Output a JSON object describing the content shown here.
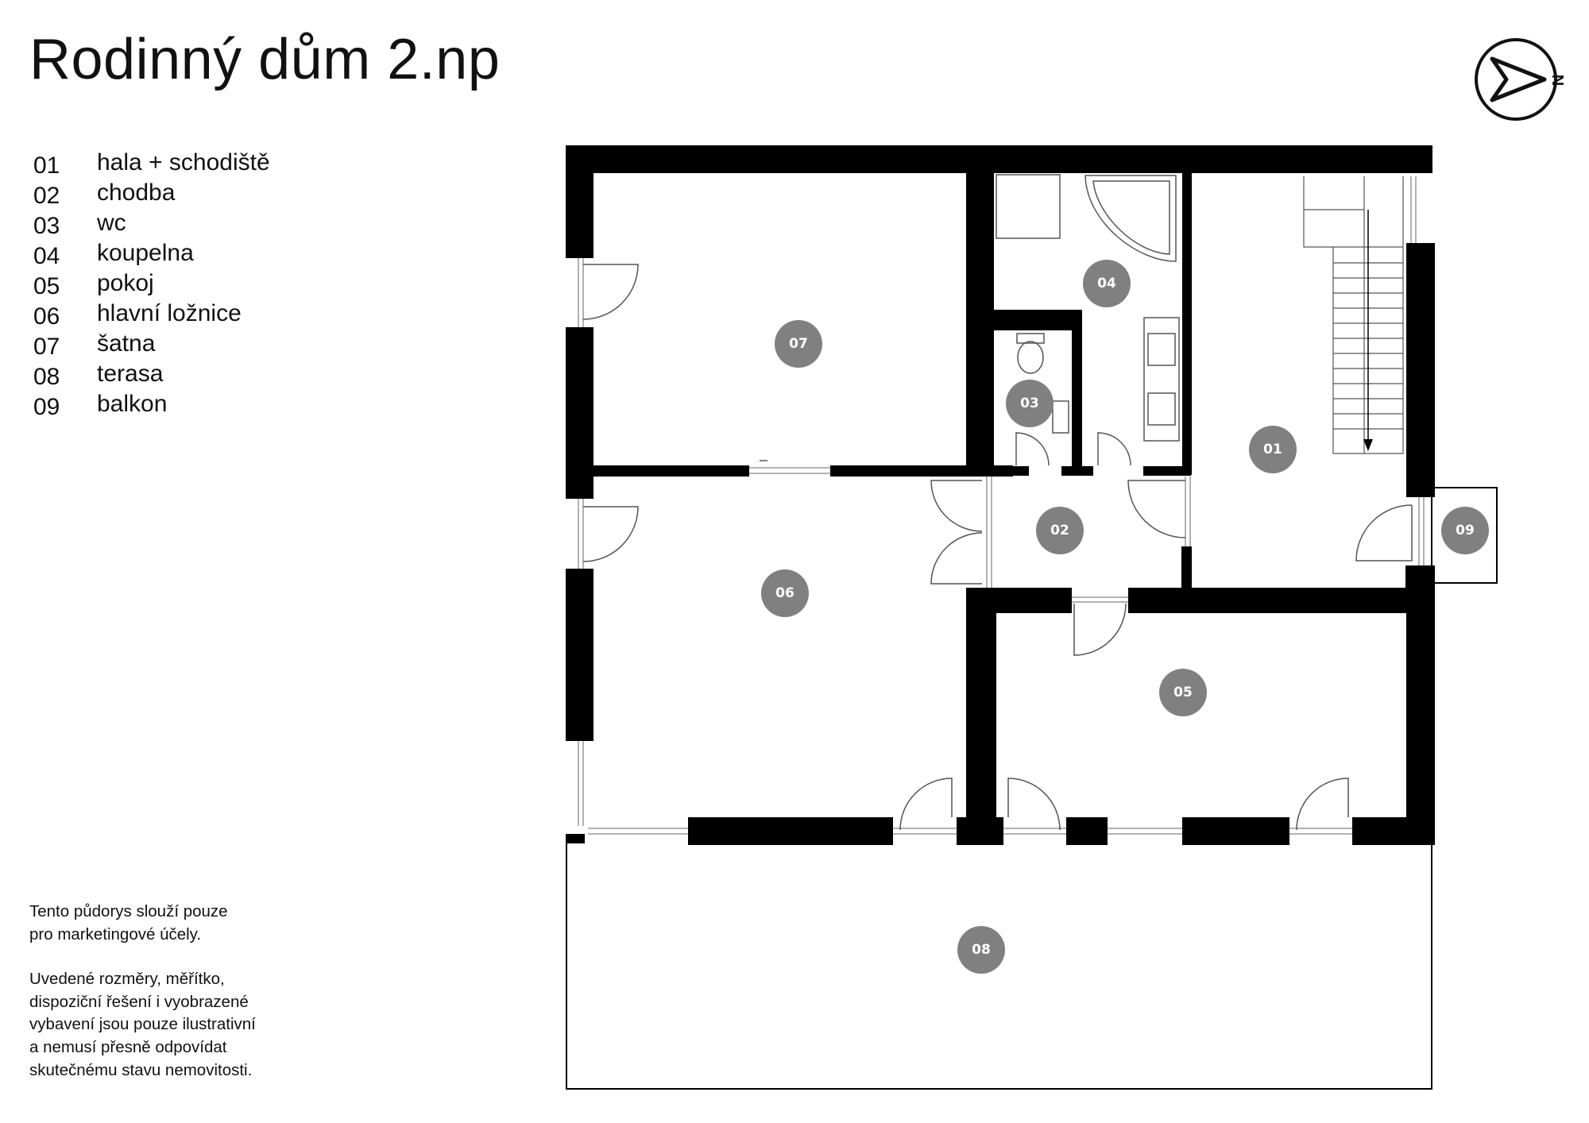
{
  "title": "Rodinný dům 2.np",
  "compass": {
    "label": "N",
    "icon": "north-arrow-icon"
  },
  "legend": [
    {
      "num": "01",
      "label": "hala + schodiště"
    },
    {
      "num": "02",
      "label": "chodba"
    },
    {
      "num": "03",
      "label": "wc"
    },
    {
      "num": "04",
      "label": "koupelna"
    },
    {
      "num": "05",
      "label": "pokoj"
    },
    {
      "num": "06",
      "label": "hlavní ložnice"
    },
    {
      "num": "07",
      "label": "šatna"
    },
    {
      "num": "08",
      "label": "terasa"
    },
    {
      "num": "09",
      "label": "balkon"
    }
  ],
  "disclaimer": {
    "paragraph1_line1": "Tento půdorys slouží pouze",
    "paragraph1_line2": "pro marketingové účely.",
    "paragraph2_line1": "Uvedené rozměry, měřítko,",
    "paragraph2_line2": "dispoziční řešení i vyobrazené",
    "paragraph2_line3": "vybavení jsou pouze ilustrativní",
    "paragraph2_line4": "a nemusí přesně odpovídat",
    "paragraph2_line5": "skutečnému stavu nemovitosti."
  },
  "room_badges": [
    "01",
    "02",
    "03",
    "04",
    "05",
    "06",
    "07",
    "08",
    "09"
  ],
  "colors": {
    "wall": "#000000",
    "badge": "#808080",
    "badge_text": "#ffffff",
    "background": "#ffffff"
  }
}
